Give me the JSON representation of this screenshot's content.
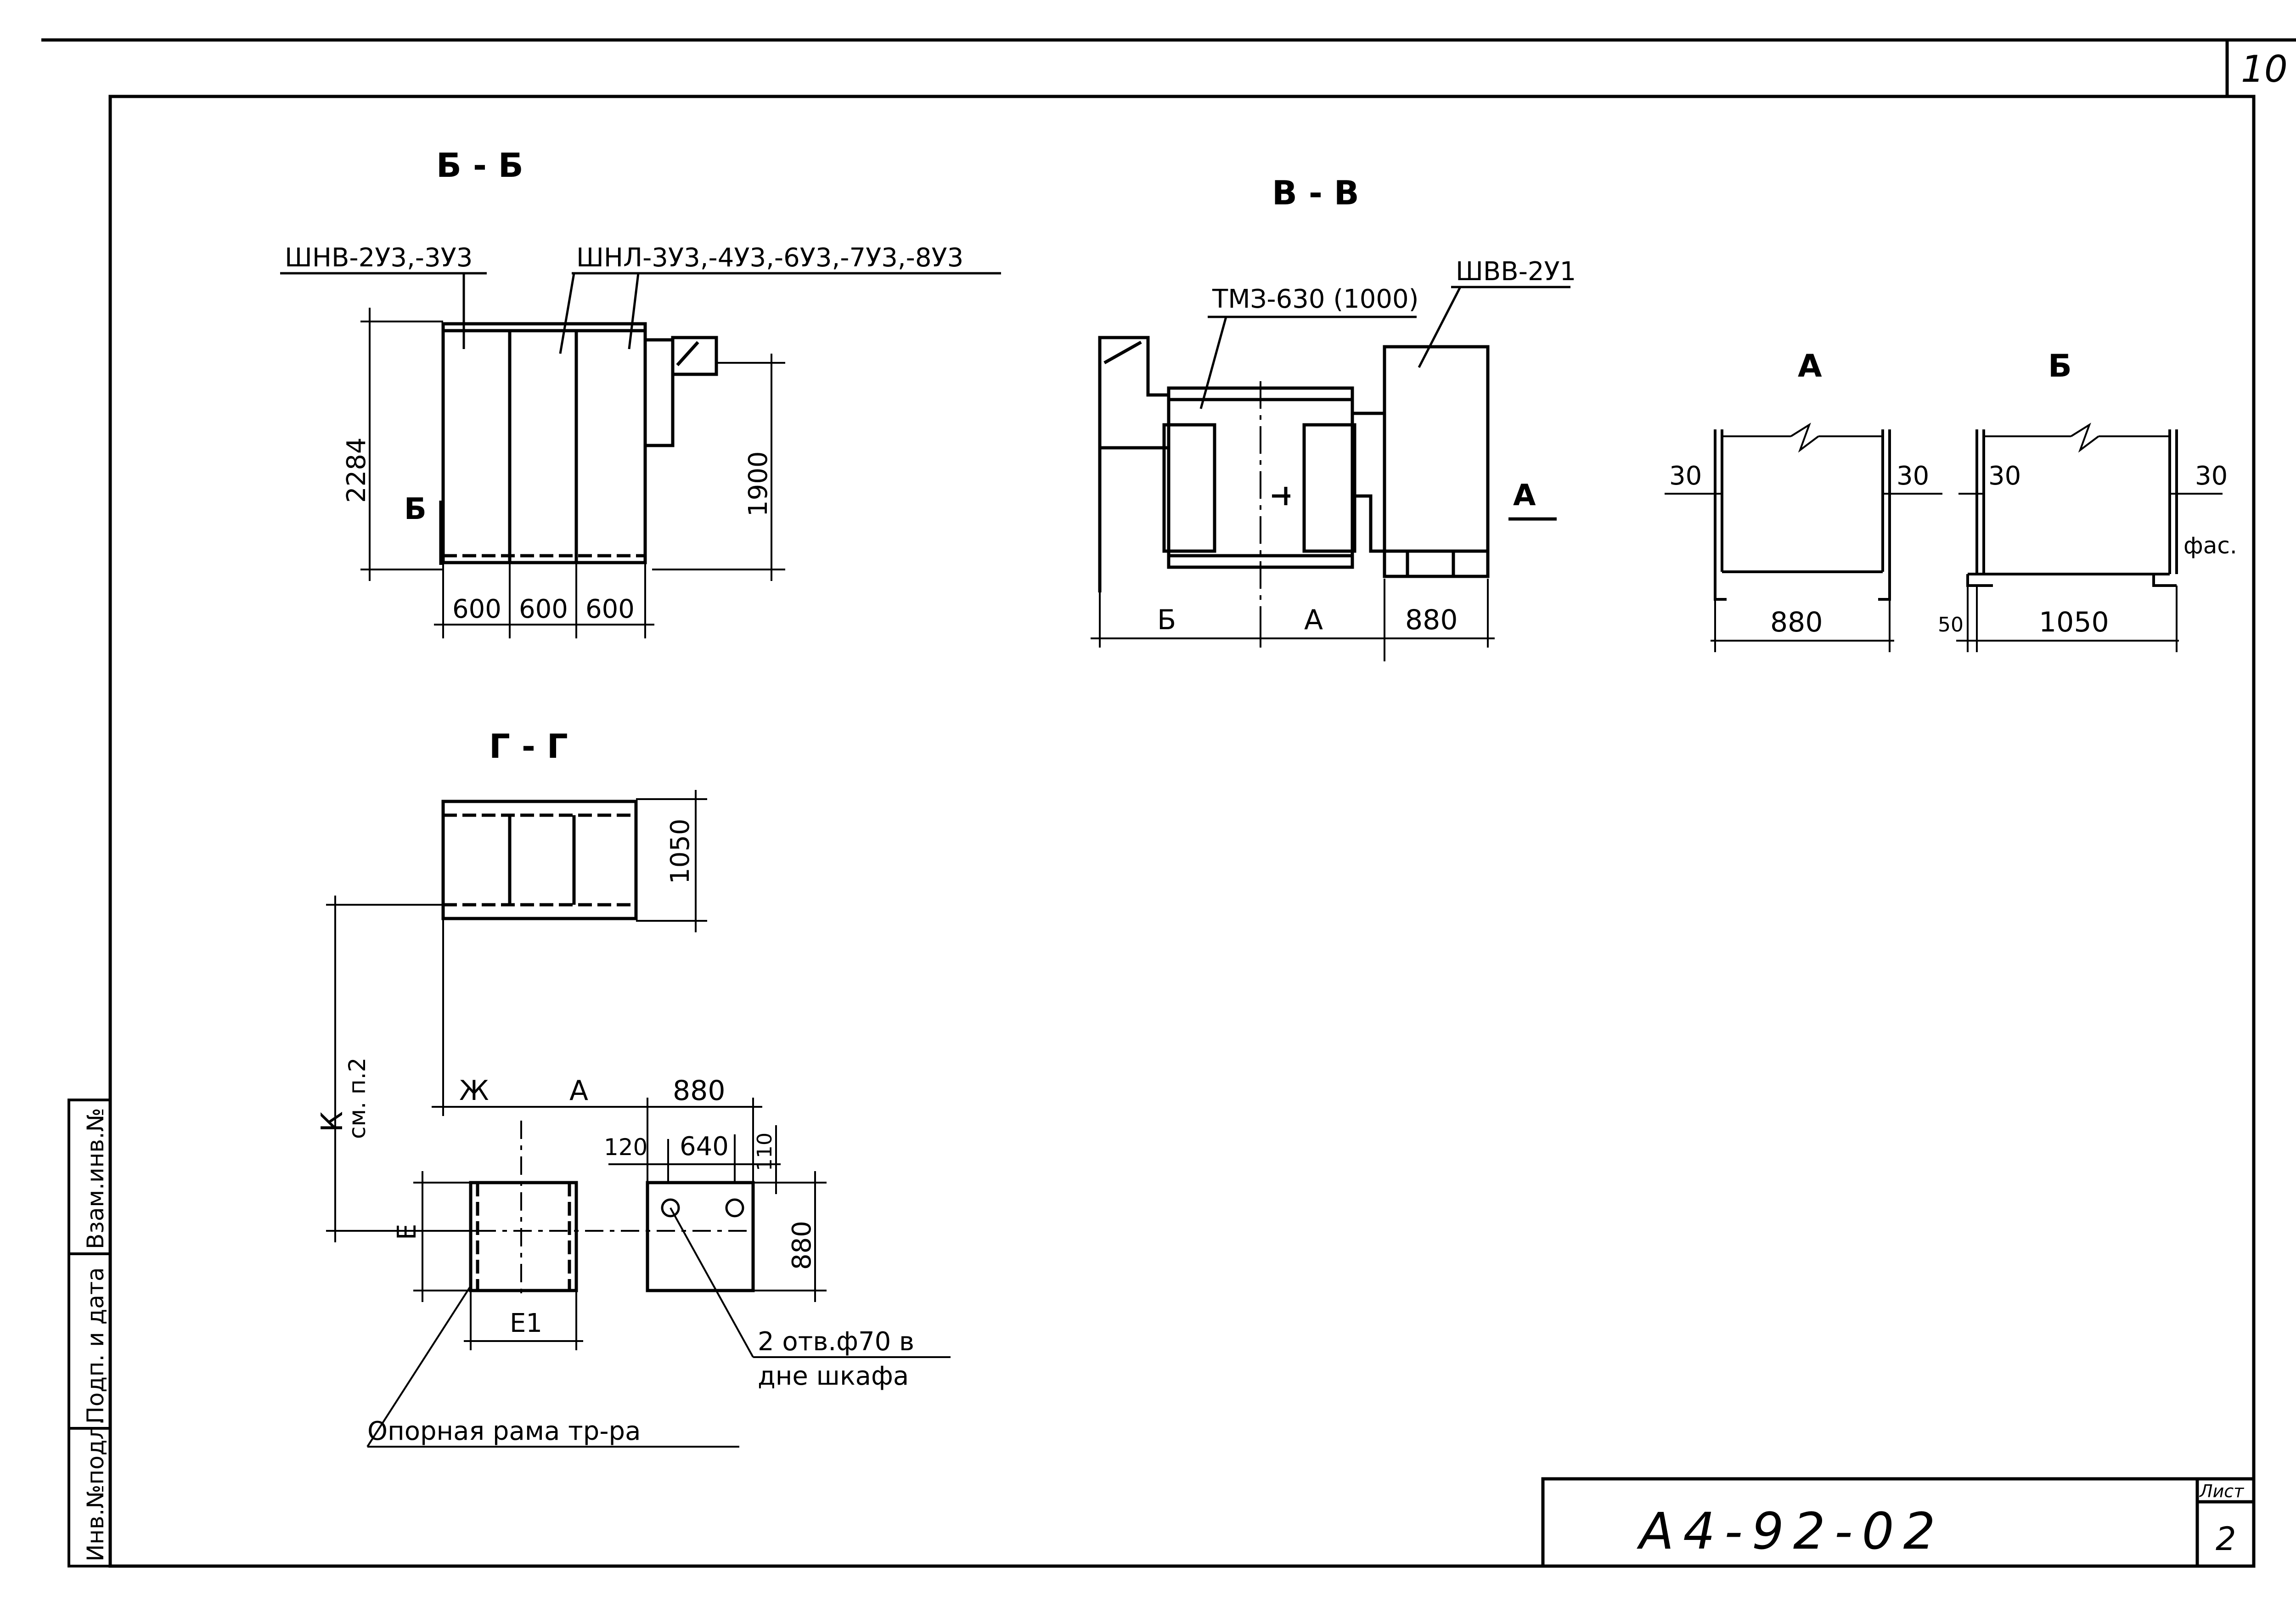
{
  "page_number": "10",
  "sheet_label": "Лист",
  "sheet_number": "2",
  "doc_code": "А4-92-02",
  "stamp_columns": [
    "Инв.№подл.",
    "Подп. и дата",
    "Взам.инв.№"
  ],
  "section_bb": {
    "title": "Б - Б",
    "label_left": "ШНВ-2У3,-3У3",
    "label_right": "ШНЛ-3У3,-4У3,-6У3,-7У3,-8У3",
    "dim_height": "2284",
    "dim_side": "1900",
    "widths": [
      "600",
      "600",
      "600"
    ],
    "arrow_label": "Б"
  },
  "section_vv": {
    "title": "В - В",
    "label_transformer": "ТМЗ-630 (1000)",
    "label_cabinet": "ШВВ-2У1",
    "dim_b": "Б",
    "dim_a": "А",
    "dim_880": "880",
    "arrow_label": "А"
  },
  "view_a": {
    "title": "А",
    "dim_left": "30",
    "dim_right": "30",
    "dim_width": "880"
  },
  "view_b": {
    "title": "Б",
    "dim_left": "30",
    "dim_right": "30",
    "dim_width": "1050",
    "dim_offset": "50",
    "note": "фас."
  },
  "section_gg": {
    "title": "Г - Г",
    "dim_depth": "1050",
    "dim_k": "К",
    "dim_k_note": "см. п.2",
    "dim_zh": "Ж",
    "dim_a": "А",
    "dim_880": "880",
    "dim_120": "120",
    "dim_640": "640",
    "dim_110": "110",
    "dim_880_v": "880",
    "dim_e": "Е",
    "dim_e1": "Е1",
    "note_holes_1": "2 отв.ф70 в",
    "note_holes_2": "дне шкафа",
    "note_frame": "Опорная рама тр-ра"
  }
}
